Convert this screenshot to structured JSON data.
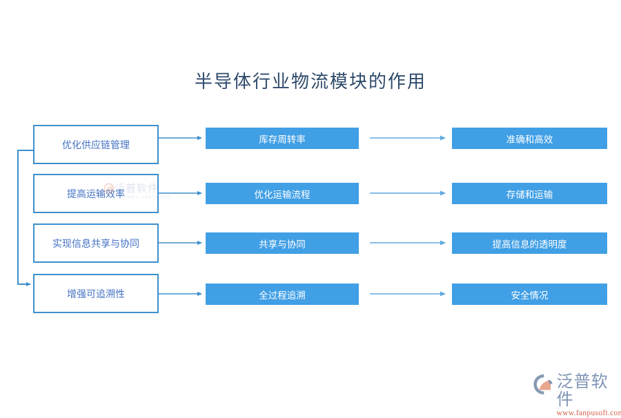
{
  "title": "半导体行业物流模块的作用",
  "colors": {
    "title_text": "#2f4a6b",
    "box_border": "#3d8fcc",
    "box_outline_text": "#4472c4",
    "box_fill": "#409fe5",
    "box_fill_text": "#ffffff",
    "connector_dark": "#3d8fcc",
    "connector_light": "#5fa9e0",
    "logo_text": "#7d93b4",
    "logo_url": "#d2604a",
    "logo_accent": "#e2a08a"
  },
  "rows": [
    {
      "left": "优化供应链管理",
      "middle": "库存周转率",
      "right": "准确和高效"
    },
    {
      "left": "提高运输效率",
      "middle": "优化运输流程",
      "right": "存储和运输"
    },
    {
      "left": "实现信息共享与协同",
      "middle": "共享与协同",
      "right": "提高信息的透明度"
    },
    {
      "left": "增强可追溯性",
      "middle": "全过程追溯",
      "right": "安全情况"
    }
  ],
  "watermark": {
    "cn": "泛普软件",
    "en": "FANPU SOFTWARE"
  },
  "logo": {
    "cn": "泛普软件",
    "url": "www.fanpusoft.com"
  }
}
